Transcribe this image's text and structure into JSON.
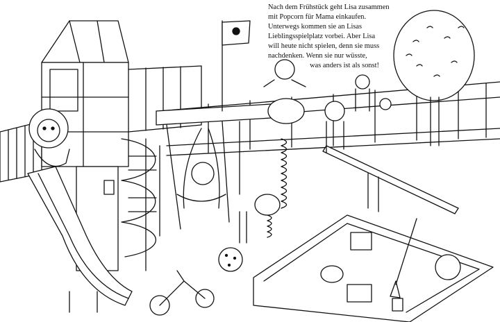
{
  "story": {
    "lines": [
      "Nach dem Frühstück geht Lisa zusammen",
      "mit Popcorn für Mama einkaufen.",
      "Unterwegs kommen sie an Lisas",
      "Lieblingsspielplatz vorbei. Aber Lisa",
      "will heute nicht spielen, denn sie muss",
      "nachdenken. Wenn sie nur wüsste,",
      "was anders ist als sonst!"
    ]
  },
  "colors": {
    "ink": "#111111",
    "paper": "#ffffff"
  }
}
